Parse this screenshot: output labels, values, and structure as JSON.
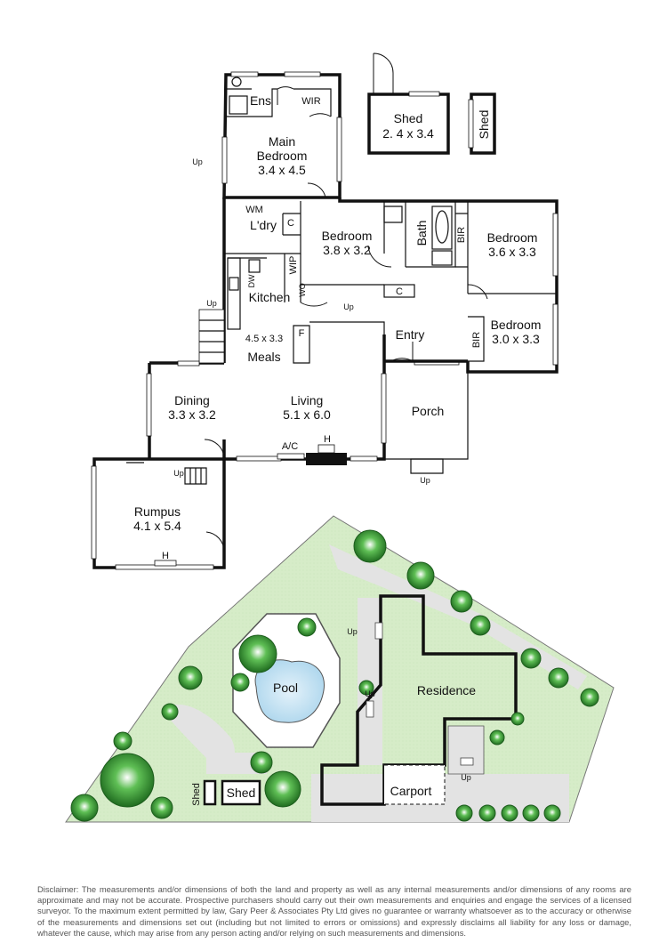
{
  "floorplan": {
    "rooms": {
      "main_bedroom": {
        "name": "Main",
        "name2": "Bedroom",
        "size": "3.4 x 4.5"
      },
      "ensuite": {
        "name": "Ens"
      },
      "wir": {
        "name": "WIR"
      },
      "shed_large": {
        "name": "Shed",
        "size": "2. 4 x 3.4"
      },
      "shed_small": {
        "name": "Shed"
      },
      "laundry": {
        "name": "L'dry",
        "wm": "WM",
        "c": "C"
      },
      "bedroom2": {
        "name": "Bedroom",
        "size": "3.8 x 3.2"
      },
      "bath": {
        "name": "Bath"
      },
      "bedroom3": {
        "name": "Bedroom",
        "size": "3.6 x 3.3",
        "bir": "BIR"
      },
      "bedroom4": {
        "name": "Bedroom",
        "size": "3.0 x 3.3",
        "bir": "BIR"
      },
      "kitchen": {
        "name": "Kitchen",
        "size": "4.5 x 3.3",
        "wip": "WIP",
        "dw": "DW",
        "wo": "WO",
        "c": "C",
        "f": "F"
      },
      "meals": {
        "name": "Meals"
      },
      "entry": {
        "name": "Entry"
      },
      "dining": {
        "name": "Dining",
        "size": "3.3 x 3.2"
      },
      "living": {
        "name": "Living",
        "size": "5.1 x 6.0",
        "ac": "A/C",
        "h": "H"
      },
      "porch": {
        "name": "Porch"
      },
      "rumpus": {
        "name": "Rumpus",
        "size": "4.1 x 5.4",
        "h": "H"
      }
    },
    "up_labels": {
      "up": "Up"
    }
  },
  "site_plan": {
    "pool": "Pool",
    "residence": "Residence",
    "carport": "Carport",
    "shed": "Shed",
    "shed_rotated": "Shed",
    "up": "Up"
  },
  "disclaimer": "Disclaimer: The measurements and/or dimensions of both the land and property as well as any internal measurements and/or dimensions of any rooms are approximate and may not be accurate. Prospective purchasers should carry out their own measurements and enquiries and engage the services of a licensed surveyor. To the maximum extent permitted by law, Gary Peer & Associates Pty Ltd gives no guarantee or warranty whatsoever as to the accuracy or otherwise of the measurements and dimensions set out (including but not limited to errors or omissions) and expressly disclaims all liability for any loss or damage, whatever the cause, which may arise from any person acting and/or relying on such measurements and dimensions."
}
